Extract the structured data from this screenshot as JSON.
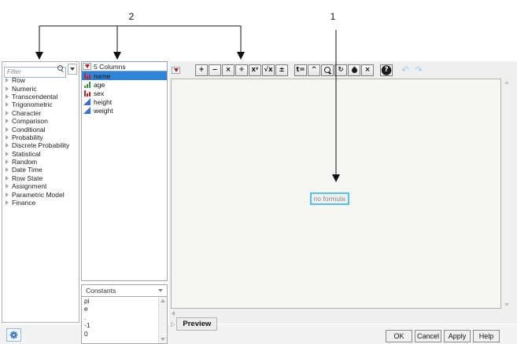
{
  "annotations": {
    "label_1": "1",
    "label_2": "2"
  },
  "functions_panel": {
    "filter_placeholder": "Filter",
    "items": [
      "Row",
      "Numeric",
      "Transcendental",
      "Trigonometric",
      "Character",
      "Comparison",
      "Conditional",
      "Probability",
      "Discrete Probability",
      "Statistical",
      "Random",
      "Date Time",
      "Row State",
      "Assignment",
      "Parametric Model",
      "Finance"
    ]
  },
  "columns_panel": {
    "header_label": "5 Columns",
    "columns": [
      {
        "name": "name",
        "type": "nominal",
        "selected": true
      },
      {
        "name": "age",
        "type": "ordinal"
      },
      {
        "name": "sex",
        "type": "nominal"
      },
      {
        "name": "height",
        "type": "continuous"
      },
      {
        "name": "weight",
        "type": "continuous"
      }
    ],
    "constants_label": "Constants",
    "constants": [
      "pi",
      "e",
      ".",
      "-1",
      "0"
    ]
  },
  "toolbar": {
    "buttons": [
      {
        "name": "plus-button",
        "label": "+"
      },
      {
        "name": "minus-button",
        "label": "−"
      },
      {
        "name": "multiply-button",
        "label": "×"
      },
      {
        "name": "divide-button",
        "label": "÷"
      },
      {
        "name": "power-button",
        "label": "xʸ"
      },
      {
        "name": "root-button",
        "label": "√x"
      },
      {
        "name": "sign-button",
        "label": "±"
      },
      {
        "name": "local-variable-button",
        "label": "t=",
        "gap": true
      },
      {
        "name": "peel-button",
        "label": "^"
      },
      {
        "name": "zoom-button",
        "icon": "magnifier"
      },
      {
        "name": "rerun-button",
        "label": "↻"
      },
      {
        "name": "ink-button",
        "icon": "ink"
      },
      {
        "name": "delete-button",
        "label": "×"
      },
      {
        "name": "help-button",
        "label": "?",
        "variant": "help",
        "gap": true
      },
      {
        "name": "undo-button",
        "label": "↶",
        "variant": "flat",
        "gap": true,
        "disabled": true
      },
      {
        "name": "redo-button",
        "label": "↷",
        "variant": "flat",
        "disabled": true
      }
    ]
  },
  "formula": {
    "empty_text": "no formula"
  },
  "preview": {
    "label": "Preview"
  },
  "footer": {
    "ok_label": "OK",
    "cancel_label": "Cancel",
    "apply_label": "Apply",
    "help_label": "Help"
  },
  "colors": {
    "selection_blue": "#2e84d8",
    "red_triangle": "#cc1111",
    "no_formula_border": "#55c1e8",
    "nominal_icon_red": "#cc2222",
    "ordinal_icon_green": "#3a9a3a",
    "continuous_icon_blue": "#3a6fd8",
    "gear_blue": "#3576c4",
    "annotation": "#111111"
  }
}
